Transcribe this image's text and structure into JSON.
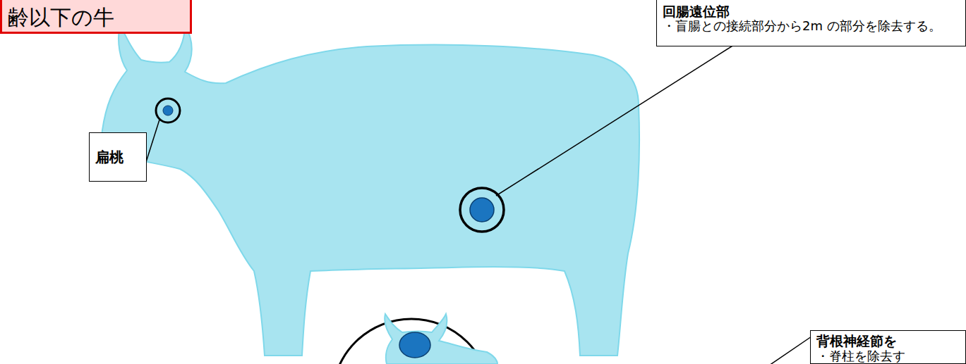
{
  "diagram": {
    "nodes": [
      {
        "text": [
          "齢以下の牛"
        ]
      },
      {
        "text": [
          "回腸遠位部",
          "・盲腸との接続部分から2m の部分を除去する。"
        ]
      },
      {
        "text": [
          "扁桃"
        ]
      },
      {
        "text": [
          "背根神経節を",
          "・脊柱を除去す"
        ]
      }
    ]
  }
}
